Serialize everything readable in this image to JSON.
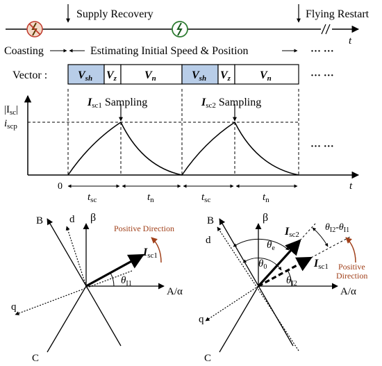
{
  "timeline": {
    "supply_recovery": "Supply Recovery",
    "flying_restart": "Flying Restart",
    "coasting": "Coasting",
    "estimating": "Estimating Initial Speed & Position",
    "t_axis": "t",
    "ellipsis": "··· ···"
  },
  "vector_row": {
    "label": "Vector :",
    "cells": [
      "V",
      "V",
      "V",
      "V",
      "V",
      "V"
    ],
    "subs": [
      "sh",
      "z",
      "n",
      "sh",
      "z",
      "n"
    ],
    "ellipsis": "··· ···"
  },
  "current_plot": {
    "y_label_main": "|I",
    "y_label_sub": "sc",
    "y_label_end": "|",
    "iscp_main": "i",
    "iscp_sub": "scp",
    "origin": "0",
    "t_axis": "t",
    "sampling1_main": "I",
    "sampling1_sub": "sc1",
    "sampling1_text": "Sampling",
    "sampling2_main": "I",
    "sampling2_sub": "sc2",
    "sampling2_text": "Sampling",
    "interval_labels": [
      {
        "main": "t",
        "sub": "sc"
      },
      {
        "main": "t",
        "sub": "n"
      },
      {
        "main": "t",
        "sub": "sc"
      },
      {
        "main": "t",
        "sub": "n"
      }
    ],
    "ellipsis": "··· ···"
  },
  "left_vector_diagram": {
    "B": "B",
    "d": "d",
    "beta": "β",
    "q": "q",
    "C": "C",
    "A": "A/α",
    "isc1_main": "I",
    "isc1_sub": "sc1",
    "theta_main": "θ",
    "theta_sub": "I1",
    "positive_direction": "Positive Direction"
  },
  "right_vector_diagram": {
    "B": "B",
    "d": "d",
    "beta": "β",
    "q": "q",
    "C": "C",
    "A": "A/α",
    "isc2_main": "I",
    "isc2_sub": "sc2",
    "isc1_main": "I",
    "isc1_sub": "sc1",
    "theta_e_main": "θ",
    "theta_e_sub": "e",
    "theta_0_main": "θ",
    "theta_0_sub": "0",
    "theta_I2_main": "θ",
    "theta_I2_sub": "I2",
    "diff_a_main": "θ",
    "diff_a_sub": "I2",
    "diff_b_main": "θ",
    "diff_b_sub": "I1",
    "positive": "Positive",
    "direction": "Direction"
  },
  "colors": {
    "cell_fill": "#b8cde8",
    "accent_red": "#a0401a",
    "icon_red": "#c0392b",
    "icon_green": "#2e7d32"
  }
}
